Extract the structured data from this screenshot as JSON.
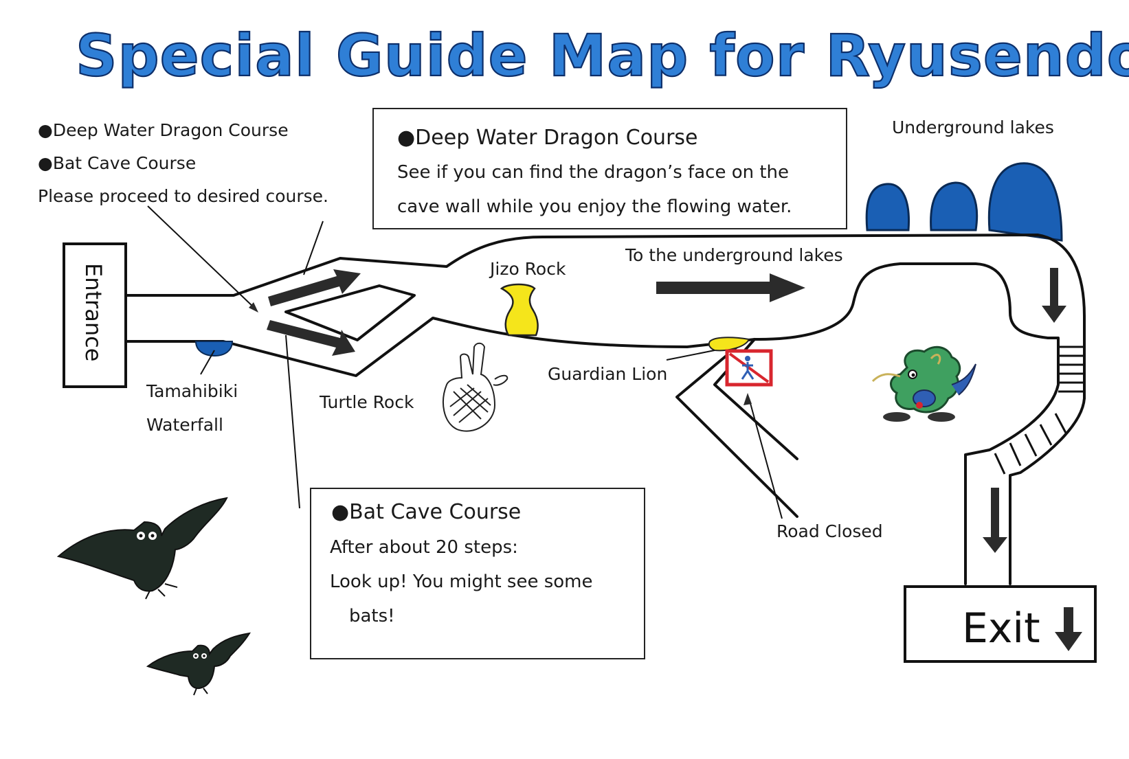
{
  "title": "Special Guide Map for Ryusendo Cave",
  "colors": {
    "title_fill": "#2f7fd6",
    "lake_blue": "#1a5fb4",
    "jizo_yellow": "#f5e51b",
    "road_closed_red": "#d8262e",
    "dragon_green": "#3fa060"
  },
  "intro": {
    "course1": "●Deep Water Dragon Course",
    "course2": "●Bat Cave Course",
    "proceed": "Please proceed to desired course."
  },
  "deep_water_box": {
    "heading": "●Deep Water Dragon Course",
    "line1": "See if you can find the dragon’s face on the",
    "line2": "cave wall while you enjoy the flowing water."
  },
  "bat_box": {
    "heading": "●Bat Cave Course",
    "line1": "After about 20 steps:",
    "line2": "Look up! You might see some",
    "line3": "bats!"
  },
  "labels": {
    "entrance": "Entrance",
    "underground_lakes": "Underground lakes",
    "to_lakes": "To the underground lakes",
    "jizo_rock": "Jizo Rock",
    "guardian_lion": "Guardian Lion",
    "turtle_rock": "Turtle Rock",
    "tamahibiki1": "Tamahibiki",
    "tamahibiki2": "Waterfall",
    "road_closed": "Road Closed",
    "exit": "Exit"
  },
  "icons": {
    "exit_arrow": "down-arrow-icon",
    "road_closed_sign": "no-entry-icon",
    "bat": "bat-icon",
    "dragon": "dragon-mascot-icon",
    "turtle": "turtle-rock-icon",
    "jizo": "jizo-rock-icon"
  }
}
